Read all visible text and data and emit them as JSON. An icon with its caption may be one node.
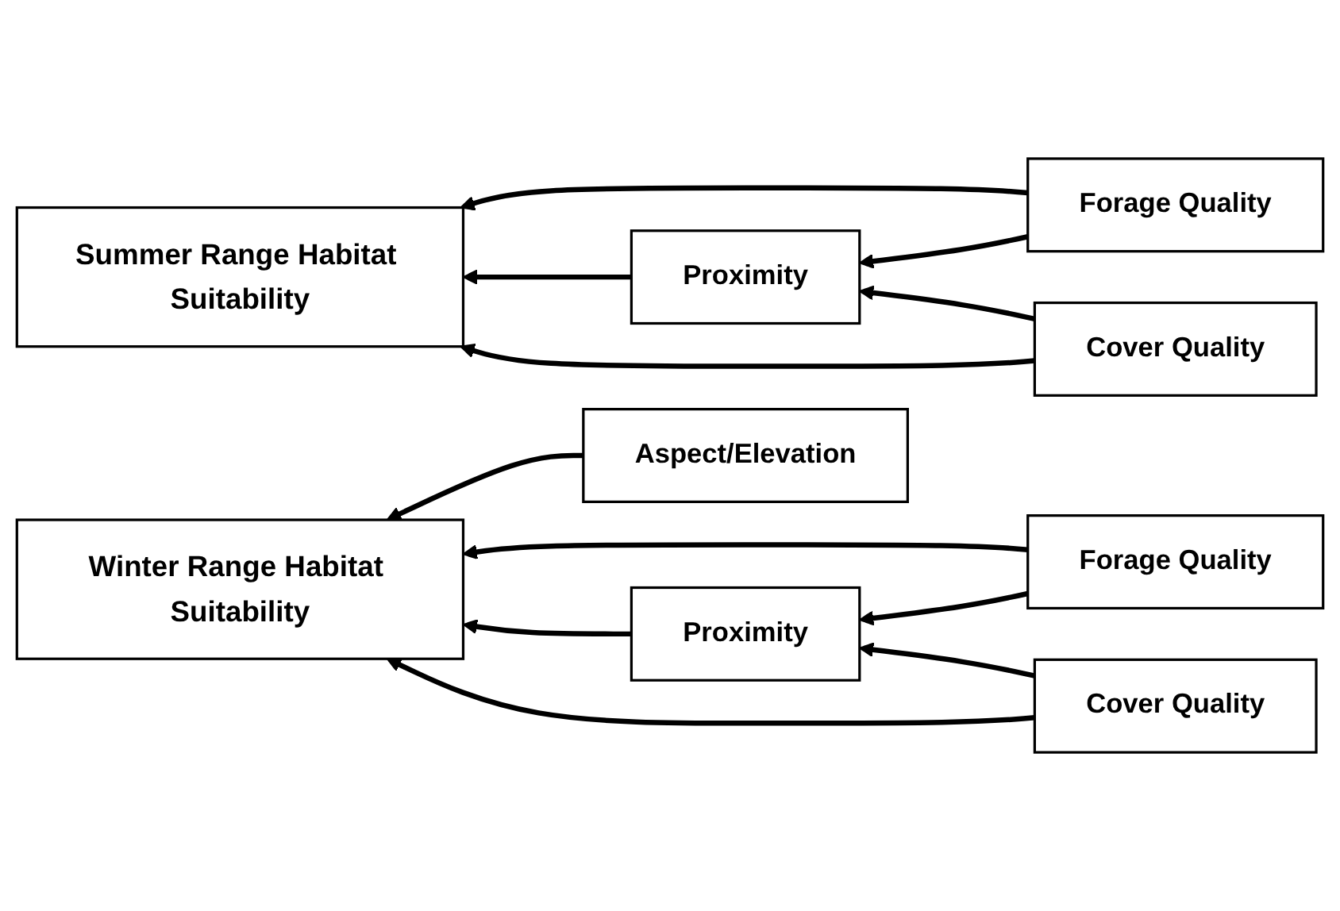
{
  "diagram": {
    "nodes": [
      {
        "text": [
          "Summer Range Habitat Suitability"
        ]
      },
      {
        "text": [
          "Forage Quality"
        ]
      },
      {
        "text": [
          "Proximity"
        ]
      },
      {
        "text": [
          "Cover Quality"
        ]
      },
      {
        "text": [
          "Winter Range Habitat Suitability"
        ]
      },
      {
        "text": [
          "Aspect/Elevation"
        ]
      },
      {
        "text": [
          "Forage Quality"
        ]
      },
      {
        "text": [
          "Proximity"
        ]
      },
      {
        "text": [
          "Cover Quality"
        ]
      }
    ],
    "edges": [
      {
        "from": 1,
        "to": 2,
        "arrow": "to"
      },
      {
        "from": 3,
        "to": 2,
        "arrow": "to"
      },
      {
        "from": 1,
        "to": 0,
        "arrow": "to"
      },
      {
        "from": 2,
        "to": 0,
        "arrow": "to"
      },
      {
        "from": 3,
        "to": 0,
        "arrow": "to"
      },
      {
        "from": 6,
        "to": 7,
        "arrow": "to"
      },
      {
        "from": 8,
        "to": 7,
        "arrow": "to"
      },
      {
        "from": 5,
        "to": 4,
        "arrow": "to"
      },
      {
        "from": 6,
        "to": 4,
        "arrow": "to"
      },
      {
        "from": 7,
        "to": 4,
        "arrow": "to"
      },
      {
        "from": 8,
        "to": 4,
        "arrow": "to"
      }
    ]
  }
}
